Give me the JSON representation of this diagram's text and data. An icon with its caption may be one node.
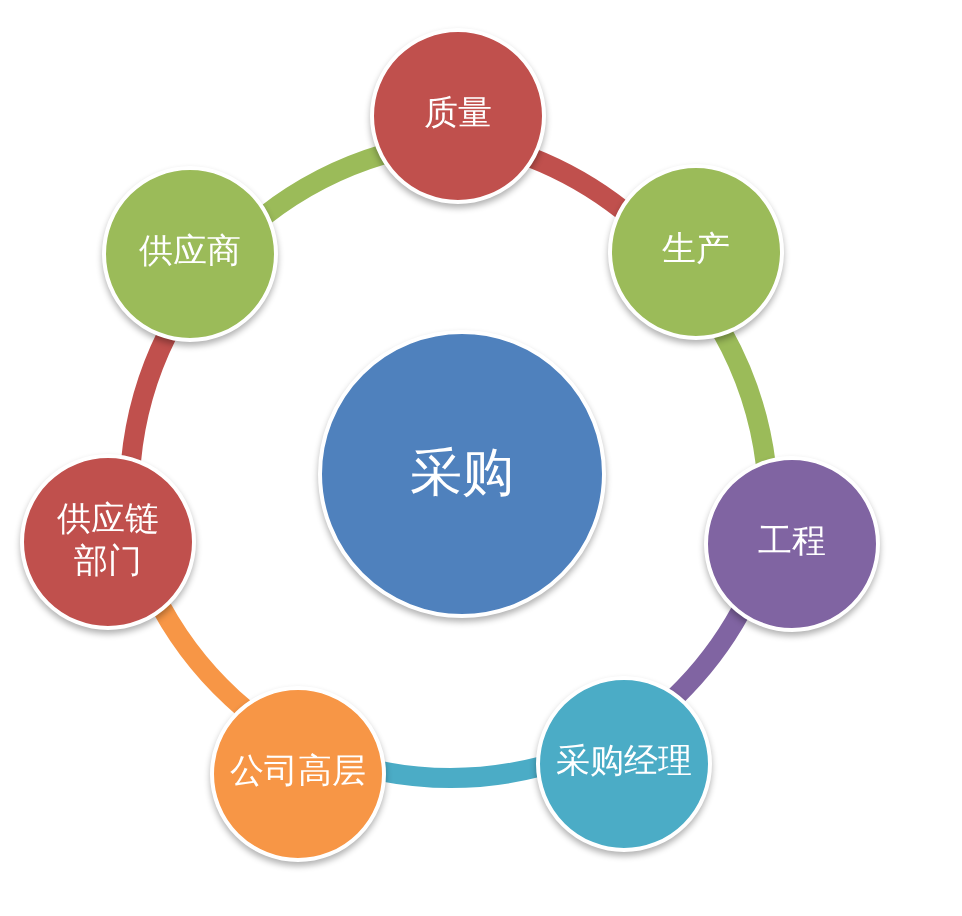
{
  "diagram": {
    "nodes": [
      {
        "text": [
          "采购"
        ]
      },
      {
        "text": [
          "质量"
        ]
      },
      {
        "text": [
          "生产"
        ]
      },
      {
        "text": [
          "工程"
        ]
      },
      {
        "text": [
          "采购经理"
        ]
      },
      {
        "text": [
          "公司高层"
        ]
      },
      {
        "text": [
          "供应链部门"
        ]
      },
      {
        "text": [
          "供应商"
        ]
      }
    ],
    "edges": [
      {
        "from": 1,
        "to": 2,
        "arrow": "none",
        "color": "#c0504d"
      },
      {
        "from": 2,
        "to": 3,
        "arrow": "none",
        "color": "#9bbb59"
      },
      {
        "from": 3,
        "to": 4,
        "arrow": "none",
        "color": "#8064a2"
      },
      {
        "from": 4,
        "to": 5,
        "arrow": "none",
        "color": "#4bacc6"
      },
      {
        "from": 5,
        "to": 6,
        "arrow": "none",
        "color": "#f79646"
      },
      {
        "from": 6,
        "to": 7,
        "arrow": "none",
        "color": "#c0504d"
      },
      {
        "from": 7,
        "to": 1,
        "arrow": "none",
        "color": "#9bbb59"
      }
    ]
  }
}
